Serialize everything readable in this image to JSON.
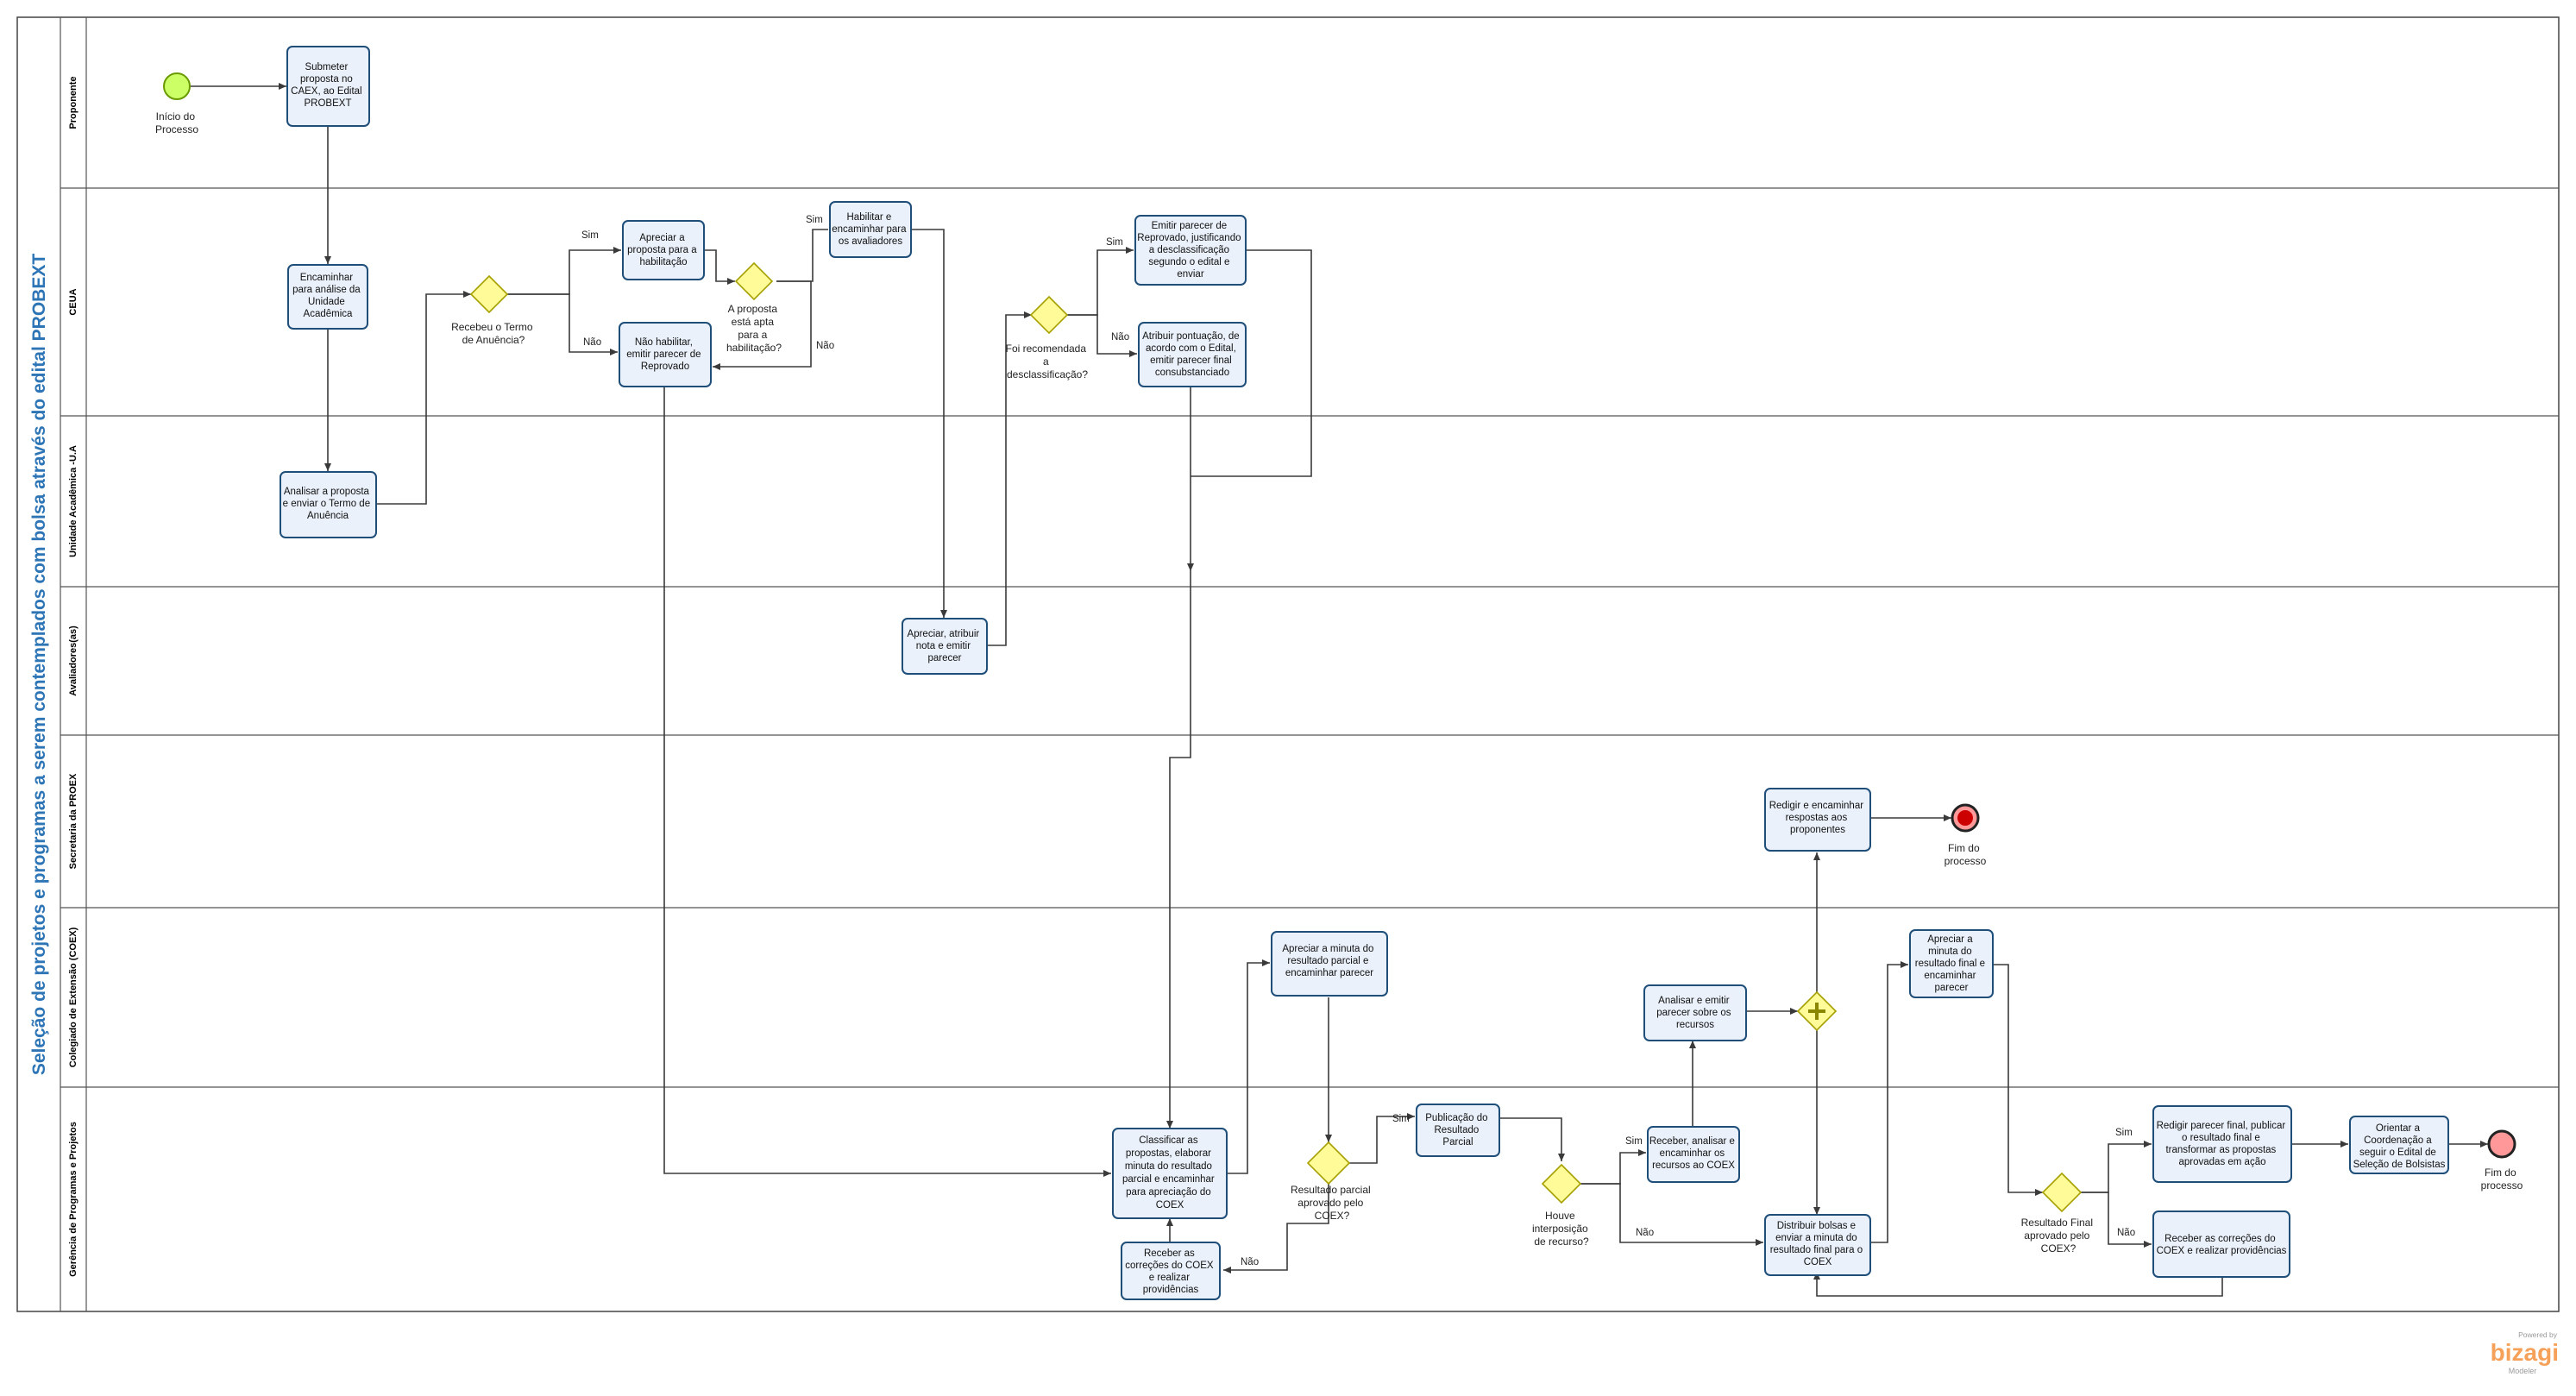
{
  "pool": {
    "title": "Seleção de projetos e programas a serem contemplados com bolsa através do edital PROBEXT"
  },
  "lanes": [
    "Proponente",
    "CEUA",
    "Unidade Acadêmica -U.A",
    "Avaliadores(as)",
    "Secretaria da PROEX",
    "Colegiado de Extensão (COEX)",
    "Gerência de Programas e Projetos"
  ],
  "events": {
    "start": [
      "Início do",
      "Processo"
    ],
    "end_secretaria": [
      "Fim do",
      "processo"
    ],
    "end_gerencia": [
      "Fim do",
      "processo"
    ]
  },
  "tasks": {
    "t_submeter": [
      "Submeter",
      "proposta no",
      "CAEX, ao Edital",
      "PROBEXT"
    ],
    "t_encaminhar_ua": [
      "Encaminhar",
      "para análise da",
      "Unidade",
      "Acadêmica"
    ],
    "t_analisar_ua": [
      "Analisar a proposta",
      "e enviar o Termo de",
      "Anuência"
    ],
    "t_apreciar_hab": [
      "Apreciar a",
      "proposta para a",
      "habilitação"
    ],
    "t_nao_habilitar": [
      "Não habilitar,",
      "emitir parecer de",
      "Reprovado"
    ],
    "t_habilitar": [
      "Habilitar e",
      "encaminhar para",
      "os avaliadores"
    ],
    "t_apreciar_nota": [
      "Apreciar, atribuir",
      "nota e emitir",
      "parecer"
    ],
    "t_parecer_reprovado": [
      "Emitir parecer de",
      "Reprovado, justificando",
      "a desclassificação",
      "segundo o edital e",
      "enviar"
    ],
    "t_atribuir_pont": [
      "Atribuir pontuação, de",
      "acordo com o Edital,",
      "emitir parecer final",
      "consubstanciado"
    ],
    "t_classificar": [
      "Classificar as",
      "propostas, elaborar",
      "minuta do resultado",
      "parcial e encaminhar",
      "para apreciação do",
      "COEX"
    ],
    "t_receber_correcoes1": [
      "Receber as",
      "correções do COEX",
      "e realizar",
      "providências"
    ],
    "t_apreciar_minuta_parcial": [
      "Apreciar a minuta do",
      "resultado parcial e",
      "encaminhar parecer"
    ],
    "t_publicacao": [
      "Publicação do",
      "Resultado",
      "Parcial"
    ],
    "t_receber_recursos": [
      "Receber, analisar e",
      "encaminhar os",
      "recursos ao COEX"
    ],
    "t_analisar_recursos": [
      "Analisar e emitir",
      "parecer sobre os",
      "recursos"
    ],
    "t_redigir_respostas": [
      "Redigir e encaminhar",
      "respostas aos",
      "proponentes"
    ],
    "t_distribuir": [
      "Distribuir bolsas e",
      "enviar a minuta do",
      "resultado final para o",
      "COEX"
    ],
    "t_apreciar_minuta_final": [
      "Apreciar a",
      "minuta do",
      "resultado final e",
      "encaminhar",
      "parecer"
    ],
    "t_redigir_final": [
      "Redigir parecer final, publicar",
      "o resultado final e",
      "transformar as propostas",
      "aprovadas em ação"
    ],
    "t_orientar": [
      "Orientar a",
      "Coordenação a",
      "seguir o Edital de",
      "Seleção de Bolsistas"
    ],
    "t_receber_correcoes2": [
      "Receber as correções do",
      "COEX e realizar providências"
    ]
  },
  "gateways": {
    "g_termo": [
      "Recebeu o Termo",
      "de Anuência?"
    ],
    "g_apta": [
      "A proposta",
      "está apta",
      "para a",
      "habilitação?"
    ],
    "g_recomendada": [
      "Foi recomendada",
      "a",
      "desclassificação?"
    ],
    "g_parcial": [
      "Resultado parcial",
      "aprovado pelo",
      "COEX?"
    ],
    "g_recurso": [
      "Houve",
      "interposição",
      "de recurso?"
    ],
    "g_final": [
      "Resultado Final",
      "aprovado pelo",
      "COEX?"
    ]
  },
  "flow_labels": {
    "yes": "Sim",
    "no": "Não"
  },
  "branding": {
    "powered": "Powered by",
    "brand": "bizagi",
    "product": "Modeler"
  },
  "colors": {
    "pool_title": "#2e75b6",
    "task_fill": "#eaf1fb",
    "task_stroke": "#1f4e79",
    "gateway_fill": "#fffb99",
    "start_fill": "#ccff66",
    "end_fill": "#ff9999",
    "brand": "#f5a15a"
  }
}
